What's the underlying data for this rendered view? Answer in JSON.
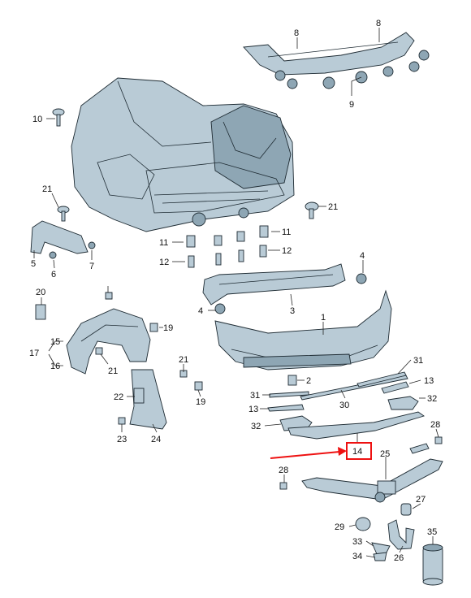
{
  "diagram": {
    "labels": {
      "p1": "1",
      "p2": "2",
      "p3": "3",
      "p4a": "4",
      "p4b": "4",
      "p5": "5",
      "p6": "6",
      "p7": "7",
      "p8a": "8",
      "p8b": "8",
      "p9": "9",
      "p10": "10",
      "p11a": "11",
      "p11b": "11",
      "p12a": "12",
      "p12b": "12",
      "p13a": "13",
      "p13b": "13",
      "p14": "14",
      "p15": "15",
      "p16": "16",
      "p17": "17",
      "p19a": "19",
      "p19b": "19",
      "p20": "20",
      "p21a": "21",
      "p21b": "21",
      "p21c": "21",
      "p21d": "21",
      "p22": "22",
      "p23": "23",
      "p24": "24",
      "p25": "25",
      "p26": "26",
      "p27": "27",
      "p28a": "28",
      "p28b": "28",
      "p29": "29",
      "p30": "30",
      "p31a": "31",
      "p31b": "31",
      "p32a": "32",
      "p32b": "32",
      "p33": "33",
      "p34": "34",
      "p35": "35"
    },
    "highlighted_part": "14",
    "colors": {
      "highlight": "#e11111",
      "part_fill": "#b9cbd6",
      "outline": "#1e2b33"
    }
  }
}
